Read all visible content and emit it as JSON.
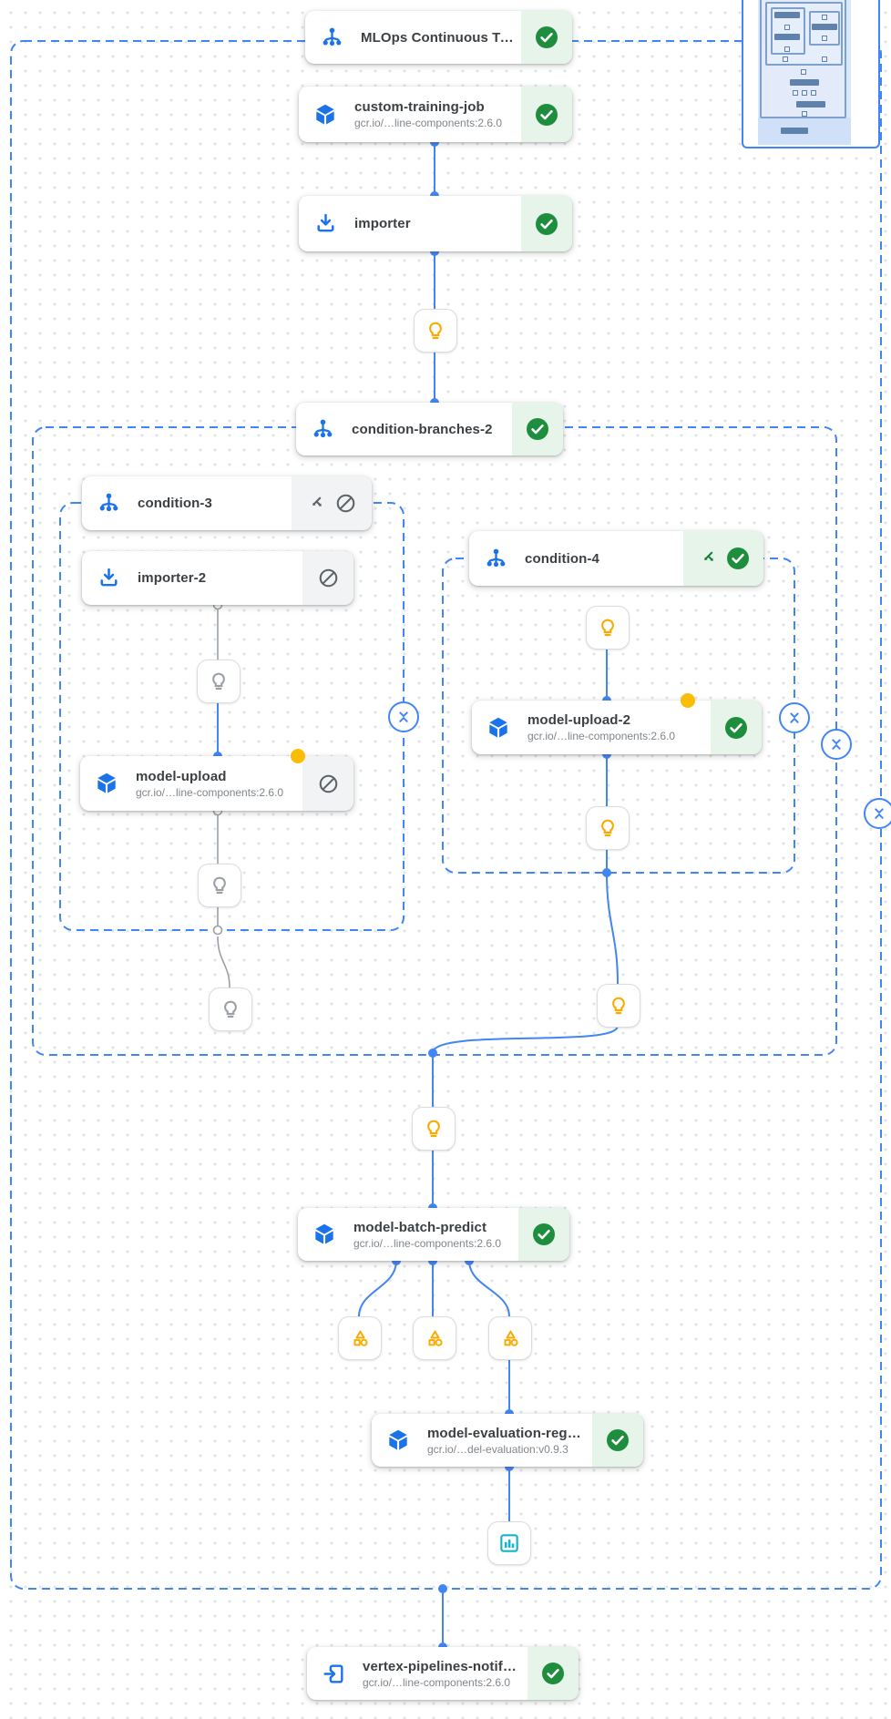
{
  "nodes": {
    "mlops_pipeline": {
      "title": "MLOps Continuous Traini…",
      "status": "succeeded"
    },
    "custom_training_job": {
      "title": "custom-training-job",
      "subtitle": "gcr.io/…line-components:2.6.0",
      "status": "succeeded"
    },
    "importer": {
      "title": "importer",
      "status": "succeeded"
    },
    "condition_branches_2": {
      "title": "condition-branches-2",
      "status": "succeeded"
    },
    "condition_3": {
      "title": "condition-3",
      "status": "skipped"
    },
    "importer_2": {
      "title": "importer-2",
      "status": "skipped"
    },
    "model_upload": {
      "title": "model-upload",
      "subtitle": "gcr.io/…line-components:2.6.0",
      "status": "skipped"
    },
    "condition_4": {
      "title": "condition-4",
      "status": "succeeded"
    },
    "model_upload_2": {
      "title": "model-upload-2",
      "subtitle": "gcr.io/…line-components:2.6.0",
      "status": "succeeded"
    },
    "model_batch_predict": {
      "title": "model-batch-predict",
      "subtitle": "gcr.io/…line-components:2.6.0",
      "status": "succeeded"
    },
    "model_evaluation_regression": {
      "title": "model-evaluation-regres…",
      "subtitle": "gcr.io/…del-evaluation:v0.9.3",
      "status": "succeeded"
    },
    "vertex_pipelines_notification": {
      "title": "vertex-pipelines-notificat…",
      "subtitle": "gcr.io/…line-components:2.6.0",
      "status": "succeeded"
    }
  },
  "colors": {
    "icon_blue": "#1a73e8",
    "connector_blue": "#4285f4",
    "success_green": "#1e8e3e",
    "success_bg": "#e6f4ea",
    "skipped_bg": "#f1f3f4",
    "skipped_gray": "#9aa0a6",
    "bulb_yellow": "#f9ab00",
    "cache_dot_yellow": "#fbbc04",
    "chart_teal": "#12b5cb"
  }
}
